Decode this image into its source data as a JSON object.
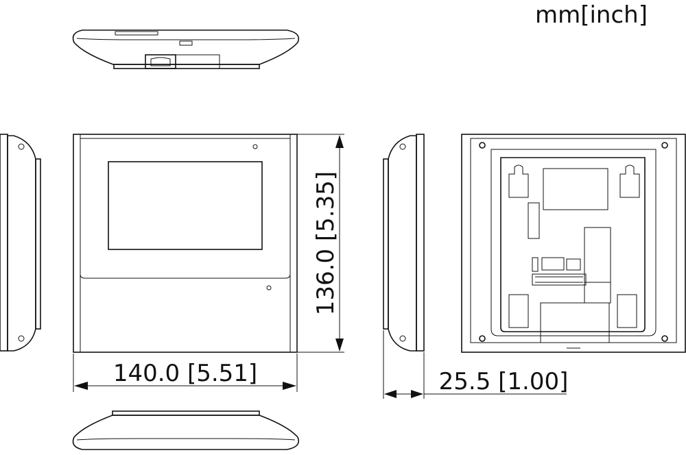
{
  "units_label": "mm[inch]",
  "dimensions": {
    "width": "140.0 [5.51]",
    "height": "136.0 [5.35]",
    "depth": "25.5 [1.00]"
  },
  "colors": {
    "line": "#111111",
    "background": "#ffffff"
  }
}
